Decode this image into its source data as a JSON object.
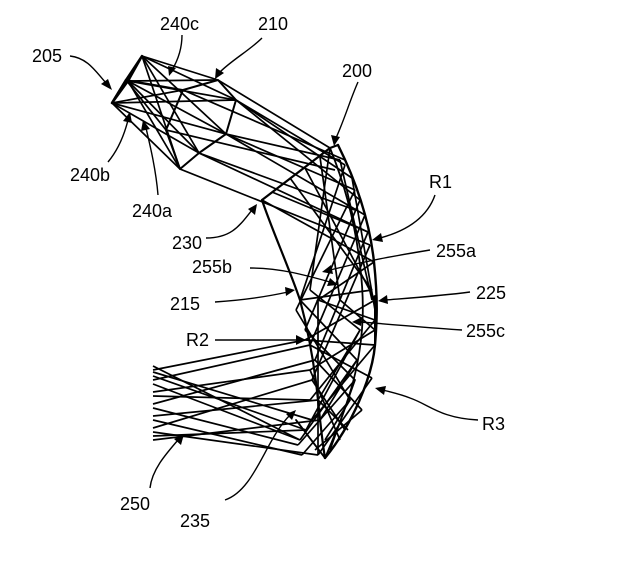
{
  "figure": {
    "labels": {
      "l205": "205",
      "l240c": "240c",
      "l210": "210",
      "l200": "200",
      "l240b": "240b",
      "l240a": "240a",
      "lR1": "R1",
      "l230": "230",
      "l255a": "255a",
      "l255b": "255b",
      "l225": "225",
      "l215": "215",
      "l255c": "255c",
      "lR2": "R2",
      "lR3": "R3",
      "l250": "250",
      "l235": "235"
    }
  }
}
